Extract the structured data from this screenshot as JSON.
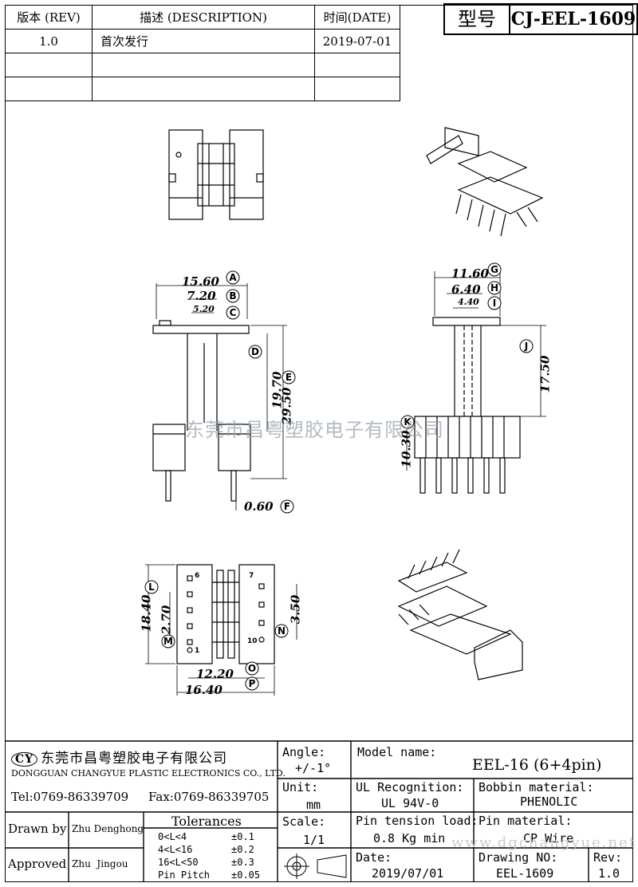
{
  "revision_table": {
    "headers": {
      "rev": "版本 (REV)",
      "desc": "描述 (DESCRIPTION)",
      "date": "时间(DATE)"
    },
    "rows": [
      {
        "rev": "1.0",
        "desc": "首次发行",
        "date": "2019-07-01"
      }
    ]
  },
  "model_header": {
    "label": "型号",
    "value": "CJ-EEL-1609"
  },
  "dimensions": {
    "A": "15.60",
    "B": "7.20",
    "C": "5.20",
    "E": "29.50",
    "D": "19.70",
    "F": "0.60",
    "G": "11.60",
    "H": "6.40",
    "I": "4.40",
    "J": "17.50",
    "K": "10.30",
    "L": "18.40",
    "M": "2.70",
    "N": "3.50",
    "O": "12.20",
    "P": "16.40"
  },
  "callouts": [
    "A",
    "B",
    "C",
    "D",
    "E",
    "F",
    "G",
    "H",
    "I",
    "J",
    "K",
    "L",
    "M",
    "N",
    "O",
    "P"
  ],
  "pin_labels": {
    "pin6": "6",
    "pin1": "1",
    "pin7": "7",
    "pin10": "10"
  },
  "watermark": "东莞市昌粤塑胶电子有限公司",
  "title_block": {
    "company_cn": "东莞市昌粤塑胶电子有限公司",
    "company_en": "DONGGUAN CHANGYUE PLASTIC ELECTRONICS CO., LTD.",
    "tel": "Tel:0769-86339709",
    "fax": "Fax:0769-86339705",
    "drawn_by_label": "Drawn by",
    "drawn_by": "Zhu Denghong",
    "approved_label": "Approved",
    "approved_by": "Zhu  Jingou",
    "tolerances_label": "Tolerances",
    "tolerances": [
      {
        "range": "0<L<4",
        "tol": "±0.1"
      },
      {
        "range": "4<L<16",
        "tol": "±0.2"
      },
      {
        "range": "16<L<50",
        "tol": "±0.3"
      },
      {
        "range": "Pin Pitch",
        "tol": "±0.05"
      }
    ],
    "angle_label": "Angle:",
    "angle": "+/-1°",
    "unit_label": "Unit:",
    "unit": "mm",
    "scale_label": "Scale:",
    "scale": "1/1",
    "model_name_label": "Model name:",
    "model_name": "EEL-16 (6+4pin)",
    "ul_label": "UL Recognition:",
    "ul": "UL 94V-0",
    "bobbin_label": "Bobbin material:",
    "bobbin": "PHENOLIC",
    "pin_tension_label": "Pin tension load:",
    "pin_tension": "0.8 Kg min",
    "pin_material_label": "Pin material:",
    "pin_material": "CP Wire",
    "date_label": "Date:",
    "date": "2019/07/01",
    "drawing_no_label": "Drawing NO:",
    "drawing_no": "EEL-1609",
    "rev_label": "Rev:",
    "rev": "1.0",
    "website": "www.dgchangyue.net"
  }
}
